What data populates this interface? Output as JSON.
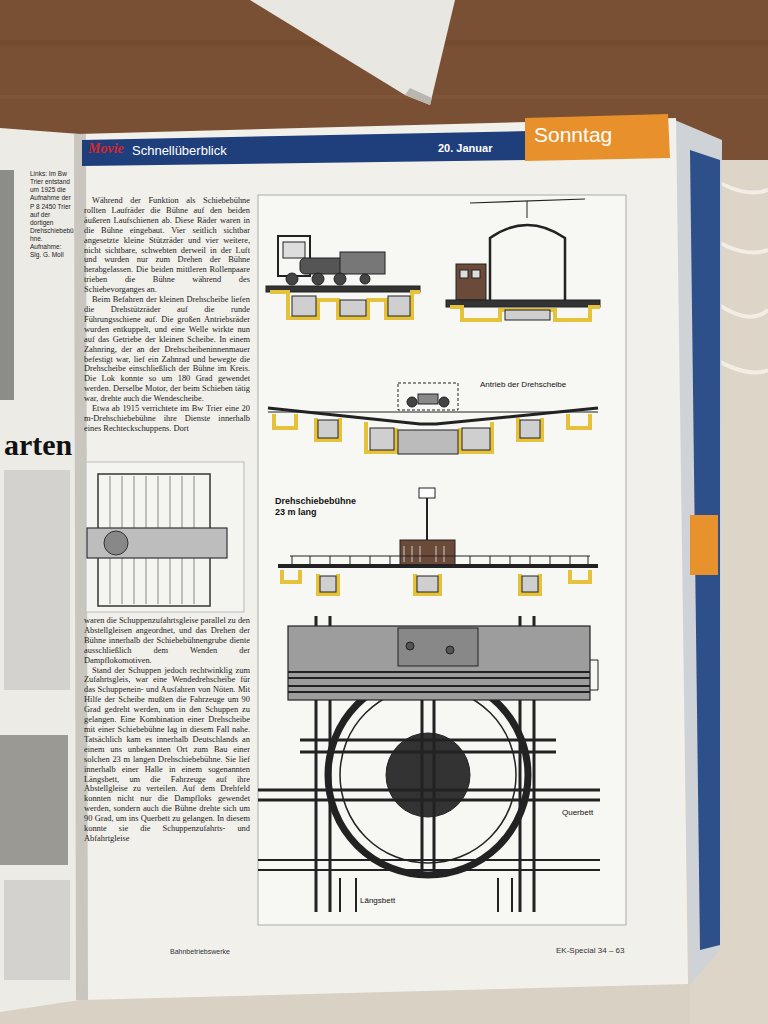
{
  "diagram": {
    "labels": [
      "Movie",
      "Schnellüberblick",
      "20. Januar",
      "Sonntag",
      "Während der Funktion als Schiebebühne rollten Laufräder die Bühne auf den beiden äußeren Laufschienen ab. Diese Räder waren in die Bühne eingebaut. Vier seitlich sichtbar angesetzte kleine Stützräder und vier weitere, nicht sichtbare, schwebten derweil in der Luft und wurden nur zum Drehen der Bühne herabgelassen. Die beiden mittleren Rollenpaare trieben die Bühne während des Schiebevorganges an.",
      "Beim Befahren der kleinen Drehscheibe liefen die Drehstützräder auf die runde Führungsschiene auf. Die großen Antriebsräder wurden entkuppelt, und eine Welle wirkte nun auf das Getriebe der kleinen Scheibe. In einem Zahnring, der an der Drehscheibeninnenmauer befestigt war, lief ein Zahnrad und bewegte die Drehscheibe einschließlich der Bühne im Kreis. Die Lok konnte so um 180 Grad gewendet werden. Derselbe Motor, der beim Schieben tätig war, drehte auch die Wendescheibe.",
      "Etwa ab 1915 verrichtete im Bw Trier eine 20 m-Drehschiebebühne ihre Dienste innerhalb eines Rechteckschuppens. Dort",
      "waren die Schuppenzufahrtsgleise parallel zu den Abstellgleisen angeordnet, und das Drehen der Bühne innerhalb der Schiebebühnengrube diente ausschließlich dem Wenden der Dampflokomotiven.",
      "Stand der Schuppen jedoch rechtwinklig zum Zufahrtsgleis, war eine Wendedrehscheibe für das Schuppenein- und Ausfahren von Nöten. Mit Hilfe der Scheibe mußten die Fahrzeuge um 90 Grad gedreht werden, um in den Schuppen zu gelangen. Eine Kombination einer Drehscheibe mit einer Schiebebühne lag in diesem Fall nahe. Tatsächlich kam es innerhalb Deutschlands an einem uns unbekannten Ort zum Bau einer solchen 23 m langen Drehschiebebühne. Sie lief innerhalb einer Halle in einem sogenannten Längsbett, um die Fahrzeuge auf ihre Abstellgleise zu verteilen. Auf dem Drehfeld konnten nicht nur die Dampfloks gewendet werden, sondern auch die Bühne drehte sich um 90 Grad, um ins Querbett zu gelangen. In diesem konnte sie die Schuppenzufahrts- und Abfahrtgleise",
      "Antrieb der Drehscheibe",
      "Drehschiebebühne 23 m lang",
      "Querbett",
      "Längsbett",
      "Bahnbetriebswerke",
      "EK-Special 34 – 63",
      "Links: Im Bw Trier entstand um 1925 die Aufnahme der P 8 2450 Trier auf der dortigen Drehschiebebühne. Aufnahme: Slg. G. Moll",
      "arten"
    ]
  }
}
